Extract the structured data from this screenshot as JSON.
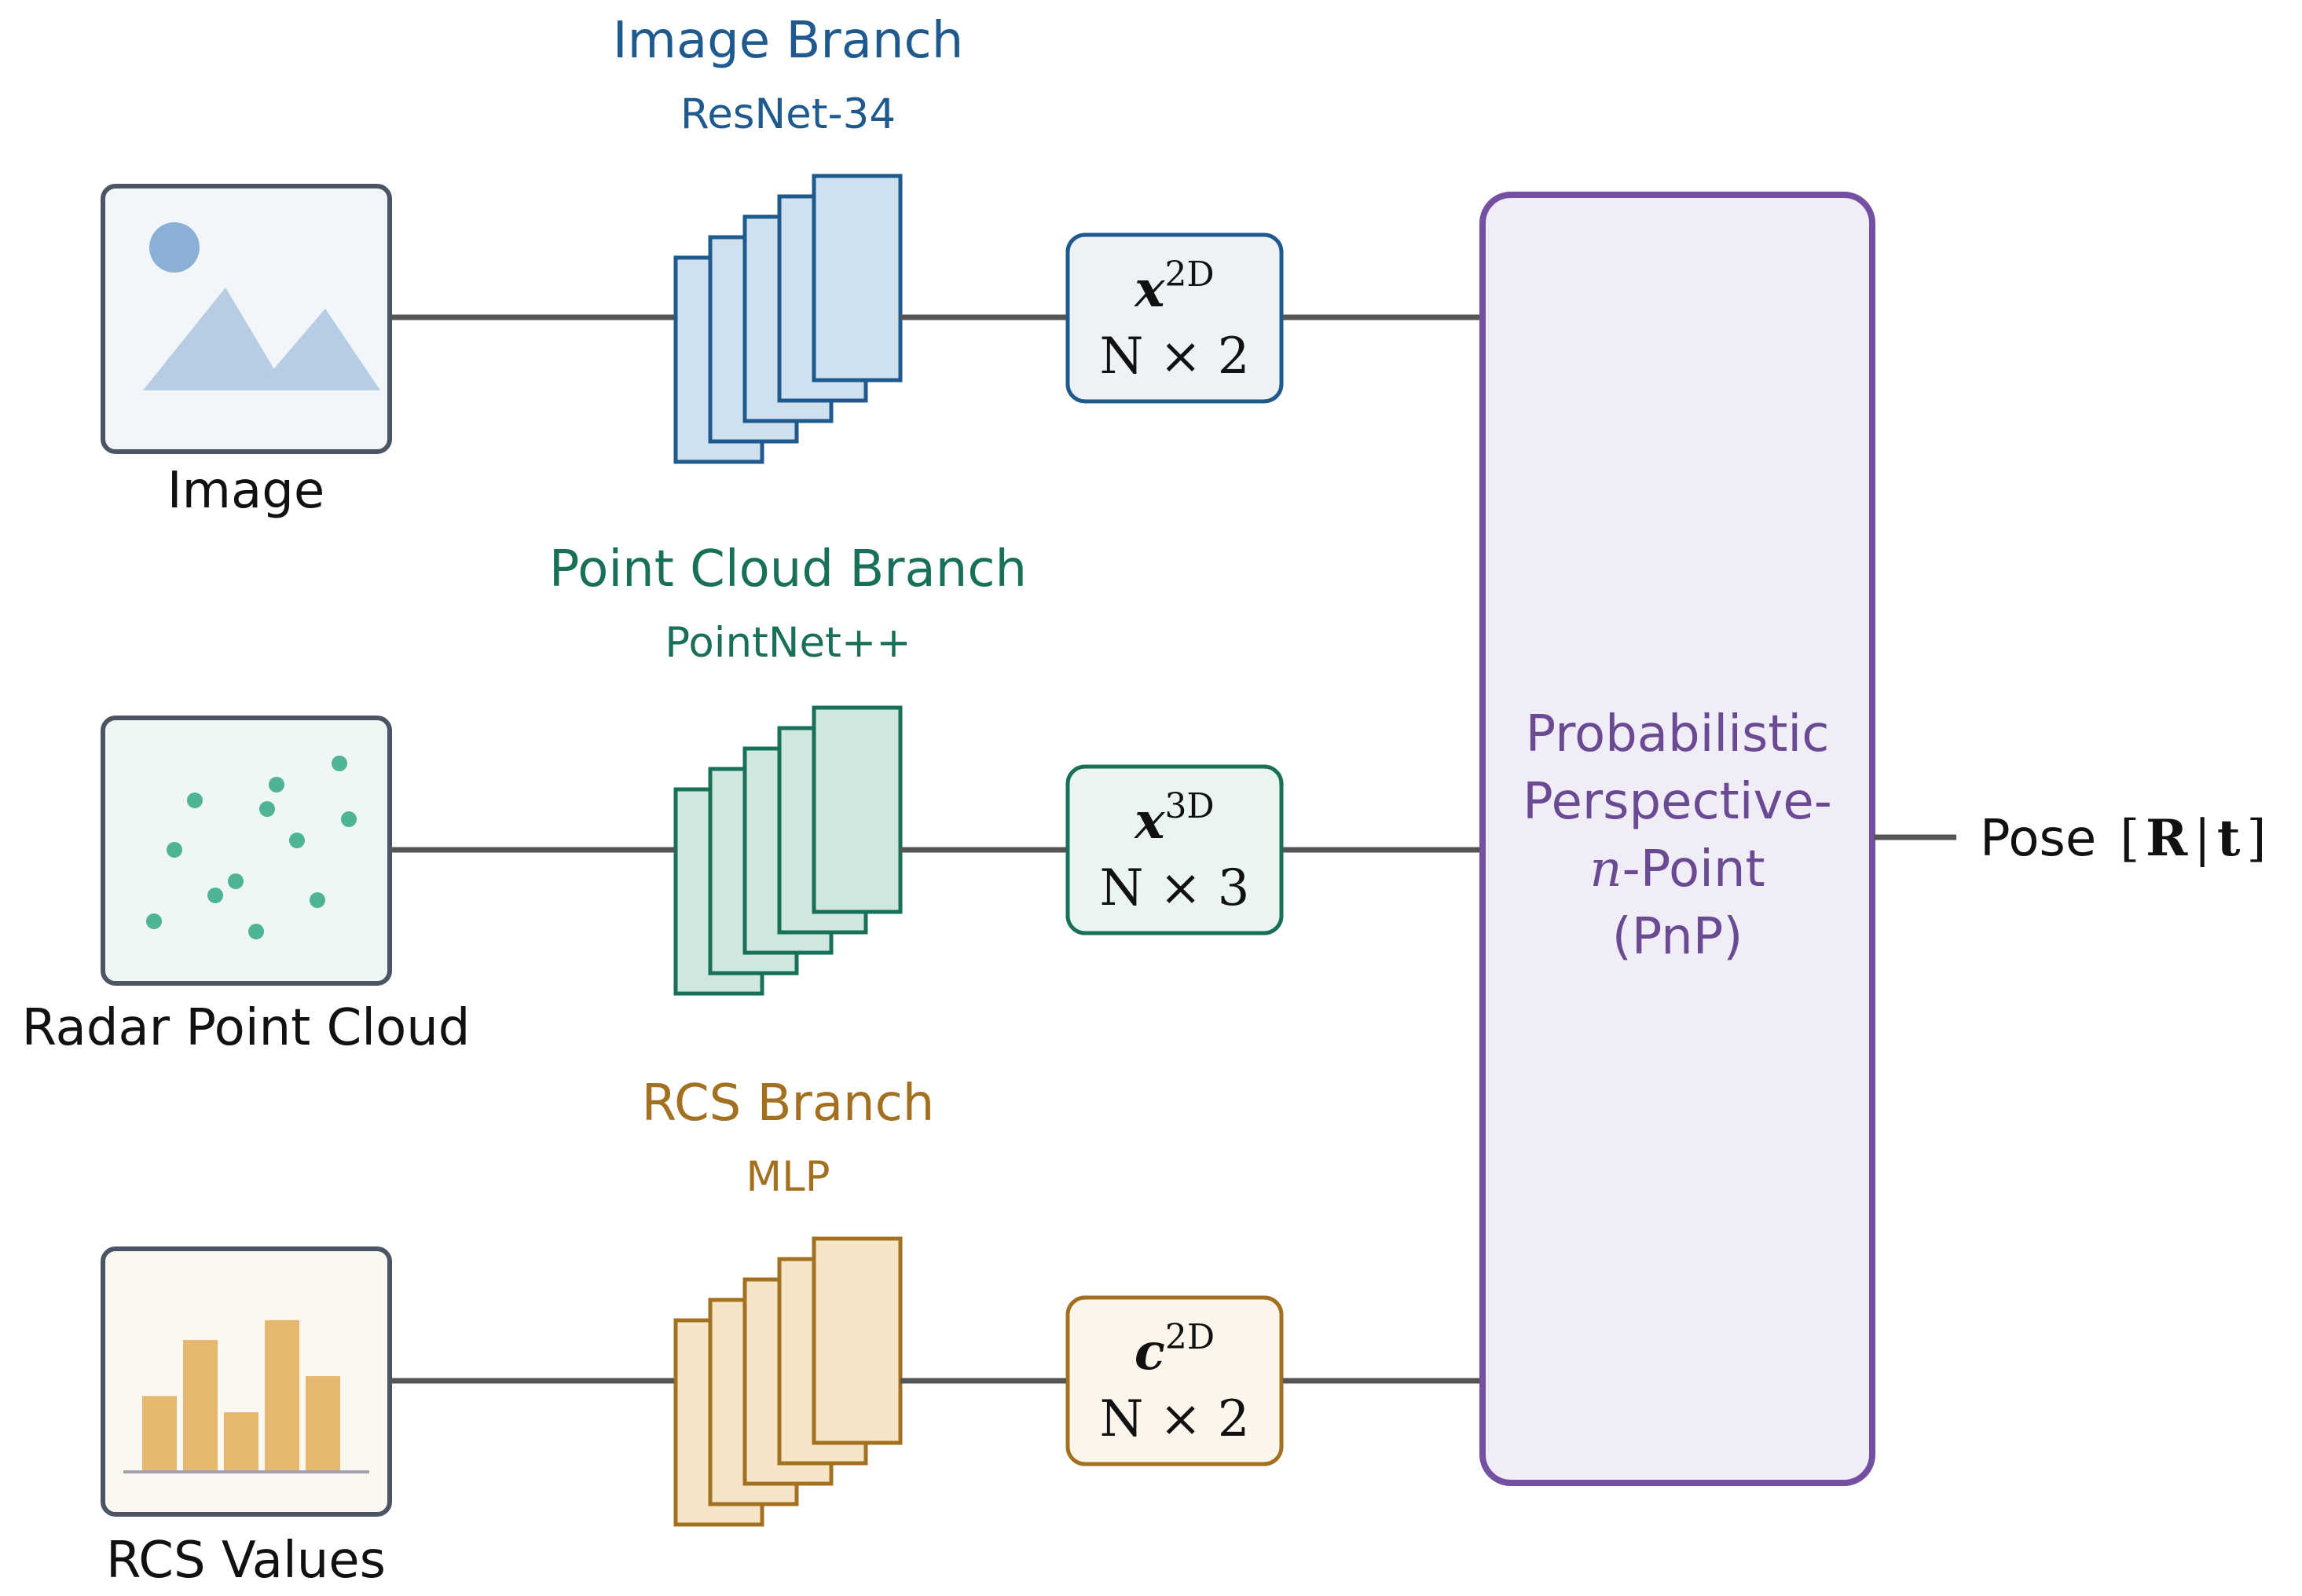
{
  "colors": {
    "image": {
      "stroke": "#1f5a8f",
      "fill": "#cfe0ee",
      "icon_bg": "#f2f5fa",
      "icon_accent": "#8bb0d5",
      "icon_mountain": "#b7cde3"
    },
    "points": {
      "stroke": "#187058",
      "fill": "#cfe7df",
      "icon_bg": "#eef7f3",
      "dot": "#4fb495"
    },
    "rcs": {
      "stroke": "#a3701f",
      "fill": "#f5e4c8",
      "icon_bg": "#fbf7f1",
      "bar": "#e4b86f"
    },
    "pnp": {
      "stroke": "#7450a3",
      "fill": "#f1edf7",
      "text": "#6a4b93"
    },
    "box_border": "#4b5563",
    "arrow": "#555555",
    "text": "#111111"
  },
  "inputs": [
    {
      "label": "Image",
      "icon": "image-icon"
    },
    {
      "label": "Radar Point Cloud",
      "icon": "point-cloud-icon"
    },
    {
      "label": "RCS Values",
      "icon": "bar-chart-icon"
    }
  ],
  "branches": [
    {
      "title": "Image Branch",
      "subtitle": "ResNet-34"
    },
    {
      "title": "Point Cloud Branch",
      "subtitle": "PointNet++"
    },
    {
      "title": "RCS Branch",
      "subtitle": "MLP"
    }
  ],
  "features": [
    {
      "symbol": "x",
      "superscript": "2D",
      "dims": "N × 2"
    },
    {
      "symbol": "x",
      "superscript": "3D",
      "dims": "N × 3"
    },
    {
      "symbol": "c",
      "superscript": "2D",
      "dims": "N × 2"
    }
  ],
  "pnp": {
    "line1": "Probabilistic",
    "line2": "Perspective-",
    "line3_italic": "n",
    "line3_rest": "-Point",
    "line4": "(PnP)"
  },
  "output": {
    "label": "Pose",
    "open": "[",
    "rotation": "R",
    "sep": "|",
    "translation": "t",
    "close": "]"
  },
  "rcs_bar_heights": [
    0.42,
    0.73,
    0.33,
    0.84,
    0.53
  ]
}
